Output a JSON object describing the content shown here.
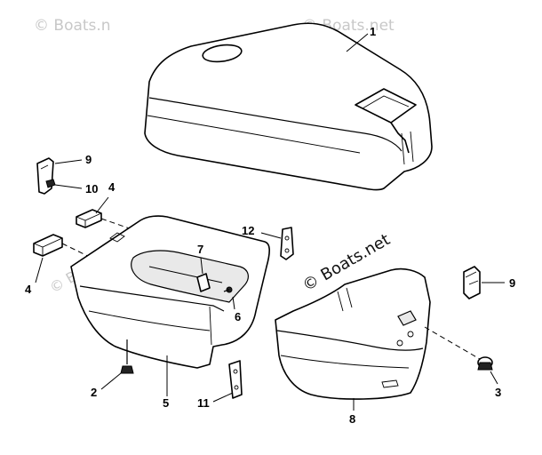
{
  "watermarks": {
    "top_left": "© Boats.n",
    "top_right": "© Boats.net",
    "center_left": "© Boats.net",
    "center_right": "© Boats.net"
  },
  "callouts": {
    "c1": "1",
    "c9a": "9",
    "c10": "10",
    "c4a": "4",
    "c12": "12",
    "c7": "7",
    "c4b": "4",
    "c6": "6",
    "c9b": "9",
    "c2": "2",
    "c5": "5",
    "c11": "11",
    "c8": "8",
    "c3": "3"
  }
}
